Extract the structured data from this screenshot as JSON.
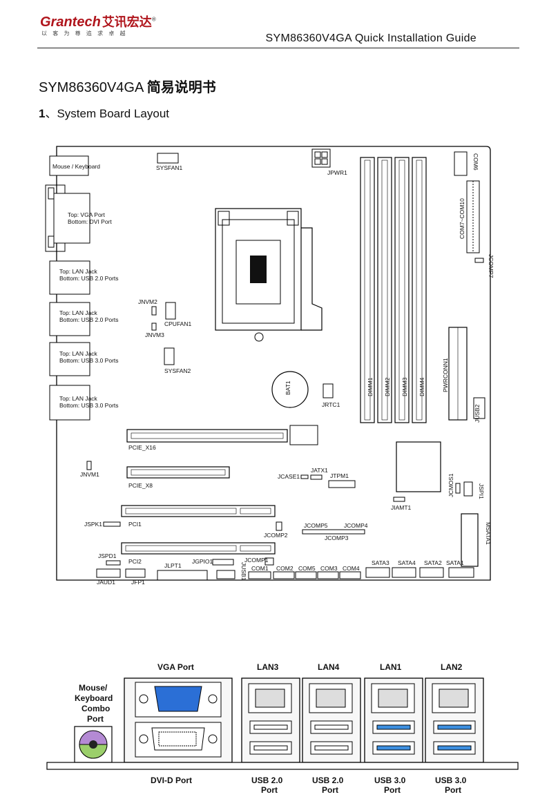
{
  "header": {
    "logo_brand": "Grantech",
    "logo_cn": "艾讯宏达",
    "logo_reg": "®",
    "logo_slogan": "以 客 为 尊   追 求 卓 越",
    "guide_title": "SYM86360V4GA Quick Installation Guide"
  },
  "doc": {
    "title_en": "SYM86360V4GA",
    "title_cn": "简易说明书",
    "section_num": "1",
    "section_sep": "、",
    "section_title": "System Board Layout"
  },
  "board": {
    "io_labels": {
      "mouse_keyboard": "Mouse / Keyboard",
      "vga_top": "Top: VGA Port",
      "dvi_bottom": "Bottom: DVI Port",
      "lan_top": "Top: LAN Jack",
      "usb20_bottom": "Bottom: USB 2.0 Ports",
      "usb30_bottom": "Bottom: USB 3.0 Ports"
    },
    "labels": {
      "sysfan1": "SYSFAN1",
      "jpwr1": "JPWR1",
      "com6": "COM6",
      "com7_com10": "COM7~COM10",
      "jcomp7": "JCOMP7",
      "jnvm2": "JNVM2",
      "cpufan1": "CPUFAN1",
      "jnvm3": "JNVM3",
      "sysfan2": "SYSFAN2",
      "bat1": "BAT1",
      "jrtc1": "JRTC1",
      "dimm1": "DIMM1",
      "dimm2": "DIMM2",
      "dimm3": "DIMM3",
      "dimm4": "DIMM4",
      "pwrconn1": "PWRCONN1",
      "jusb2": "JUSB2",
      "pcie_x16": "PCIE_X16",
      "jnvm1": "JNVM1",
      "pcie_x8": "PCIE_X8",
      "jatx1": "JATX1",
      "jcase1": "JCASE1",
      "jtpm1": "JTPM1",
      "jcmos1": "JCMOS1",
      "jspi1": "JSPI1",
      "jiamt1": "JIAMT1",
      "jspk1": "JSPK1",
      "pci1": "PCI1",
      "jcomp2": "JCOMP2",
      "jcomp5": "JCOMP5",
      "jcomp4": "JCOMP4",
      "jcomp3": "JCOMP3",
      "msata1": "MSATA1",
      "jspd1": "JSPD1",
      "pci2": "PCI2",
      "jlpt1": "JLPT1",
      "jgpio1": "JGPIO1",
      "jcomp1": "JCOMP1",
      "com1": "COM1",
      "com2": "COM2",
      "com5": "COM5",
      "com3": "COM3",
      "com4": "COM4",
      "sata3": "SATA3",
      "sata4": "SATA4",
      "sata2": "SATA2",
      "sata1": "SATA1",
      "jusb1": "JUSB1",
      "jaud1": "JAUD1",
      "jfp1": "JFP1"
    }
  },
  "io_panel": {
    "vga_port": "VGA Port",
    "mouse_line1": "Mouse/",
    "mouse_line2": "Keyboard",
    "mouse_line3": "Combo",
    "mouse_line4": "Port",
    "lan3": "LAN3",
    "lan4": "LAN4",
    "lan1": "LAN1",
    "lan2": "LAN2",
    "dvi_port": "DVI-D Port",
    "usb20": "USB 2.0",
    "usb30": "USB 3.0",
    "port_word": "Port"
  },
  "colors": {
    "logo_red": "#b0151c",
    "vga_blue": "#2b6fd6",
    "usb3_blue": "#3d8fe0",
    "ps2_purple": "#b48ad4",
    "ps2_green": "#9bcf6b"
  }
}
